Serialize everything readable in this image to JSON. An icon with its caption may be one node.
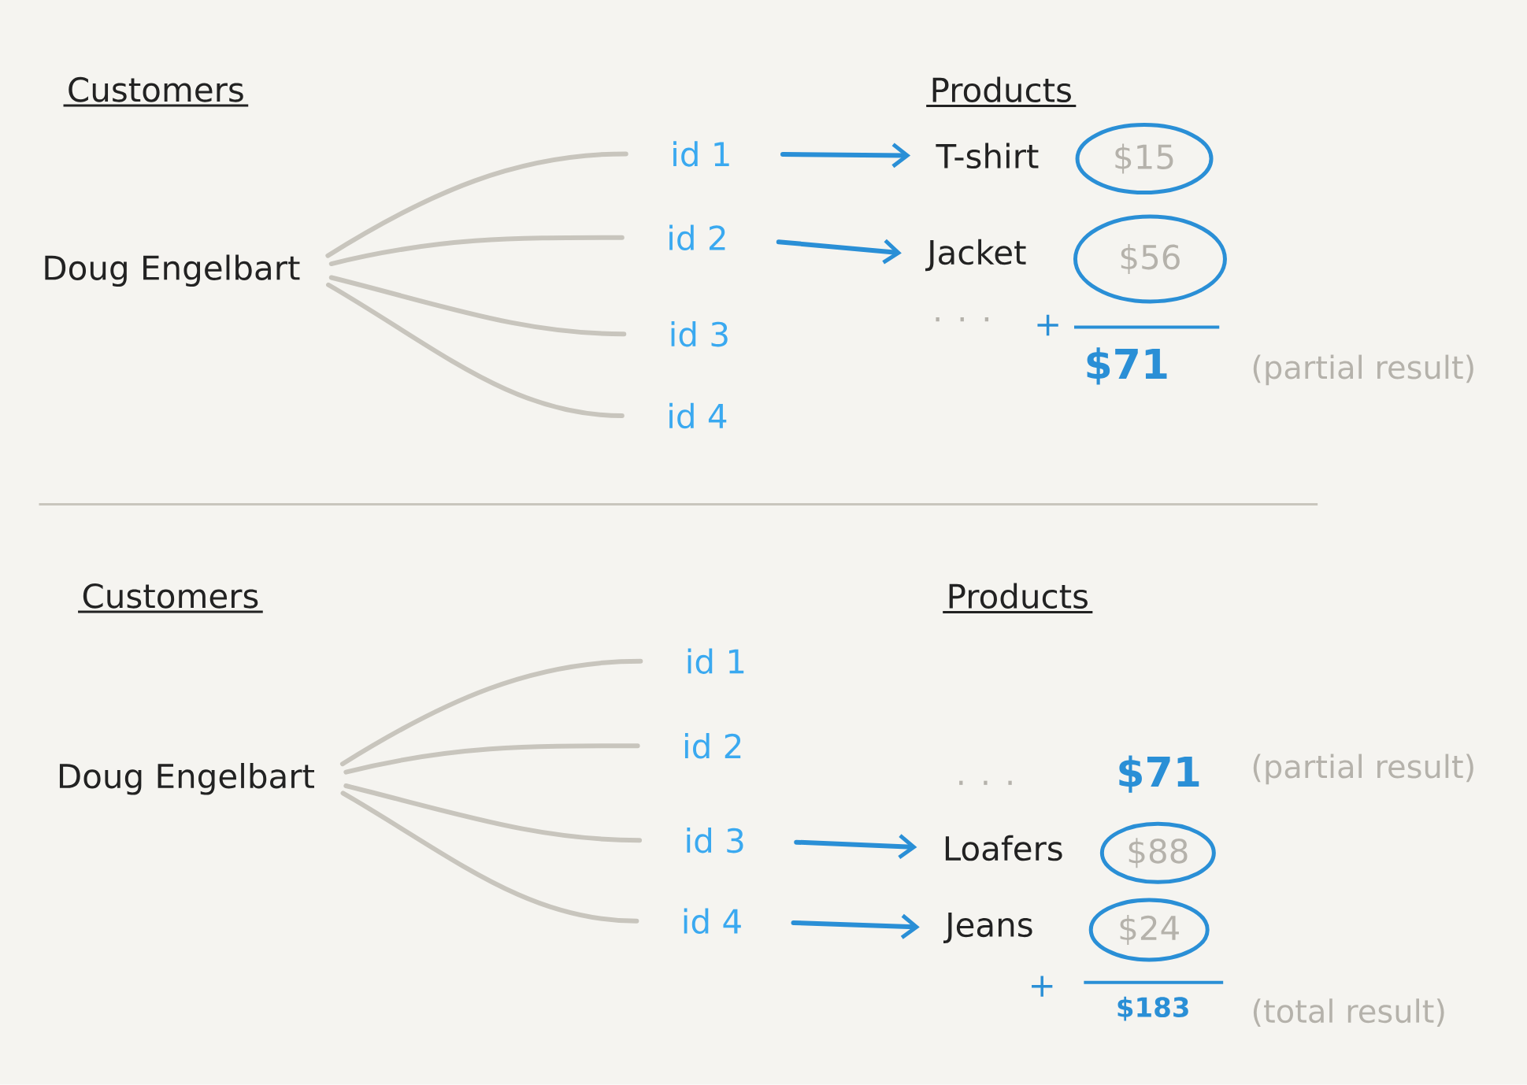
{
  "diagram": {
    "nodes": [
      {
        "text": [
          "Doug Engelbart"
        ]
      },
      {
        "text": [
          "id 1"
        ]
      },
      {
        "text": [
          "id 2"
        ]
      },
      {
        "text": [
          "id 3"
        ]
      },
      {
        "text": [
          "id 4"
        ]
      },
      {
        "text": [
          "T-shirt"
        ]
      },
      {
        "text": [
          "Jacket"
        ]
      },
      {
        "text": [
          "$15"
        ]
      },
      {
        "text": [
          "$56"
        ]
      },
      {
        "text": [
          "Doug Engelbart"
        ]
      },
      {
        "text": [
          "id 1"
        ]
      },
      {
        "text": [
          "id 2"
        ]
      },
      {
        "text": [
          "id 3"
        ]
      },
      {
        "text": [
          "id 4"
        ]
      },
      {
        "text": [
          "Loafers"
        ]
      },
      {
        "text": [
          "Jeans"
        ]
      },
      {
        "text": [
          "$88"
        ]
      },
      {
        "text": [
          "$24"
        ]
      }
    ],
    "edges": [
      {
        "from": 0,
        "to": 1,
        "arrow": "none"
      },
      {
        "from": 0,
        "to": 2,
        "arrow": "none"
      },
      {
        "from": 0,
        "to": 3,
        "arrow": "none"
      },
      {
        "from": 0,
        "to": 4,
        "arrow": "none"
      },
      {
        "from": 1,
        "to": 5,
        "arrow": "to",
        "color": "#2a8fd6"
      },
      {
        "from": 2,
        "to": 6,
        "arrow": "to",
        "color": "#2a8fd6"
      },
      {
        "from": 9,
        "to": 10,
        "arrow": "none"
      },
      {
        "from": 9,
        "to": 11,
        "arrow": "none"
      },
      {
        "from": 9,
        "to": 12,
        "arrow": "none"
      },
      {
        "from": 9,
        "to": 13,
        "arrow": "none"
      },
      {
        "from": 12,
        "to": 14,
        "arrow": "to",
        "color": "#2a8fd6"
      },
      {
        "from": 13,
        "to": 15,
        "arrow": "to",
        "color": "#2a8fd6"
      }
    ],
    "labels": [
      "Customers",
      "Products",
      ". . .",
      "+",
      "$71",
      "(partial result)",
      "Customers",
      "Products",
      ". . .",
      "$71",
      "(partial result)",
      "+",
      "$183",
      "(total result)"
    ]
  }
}
